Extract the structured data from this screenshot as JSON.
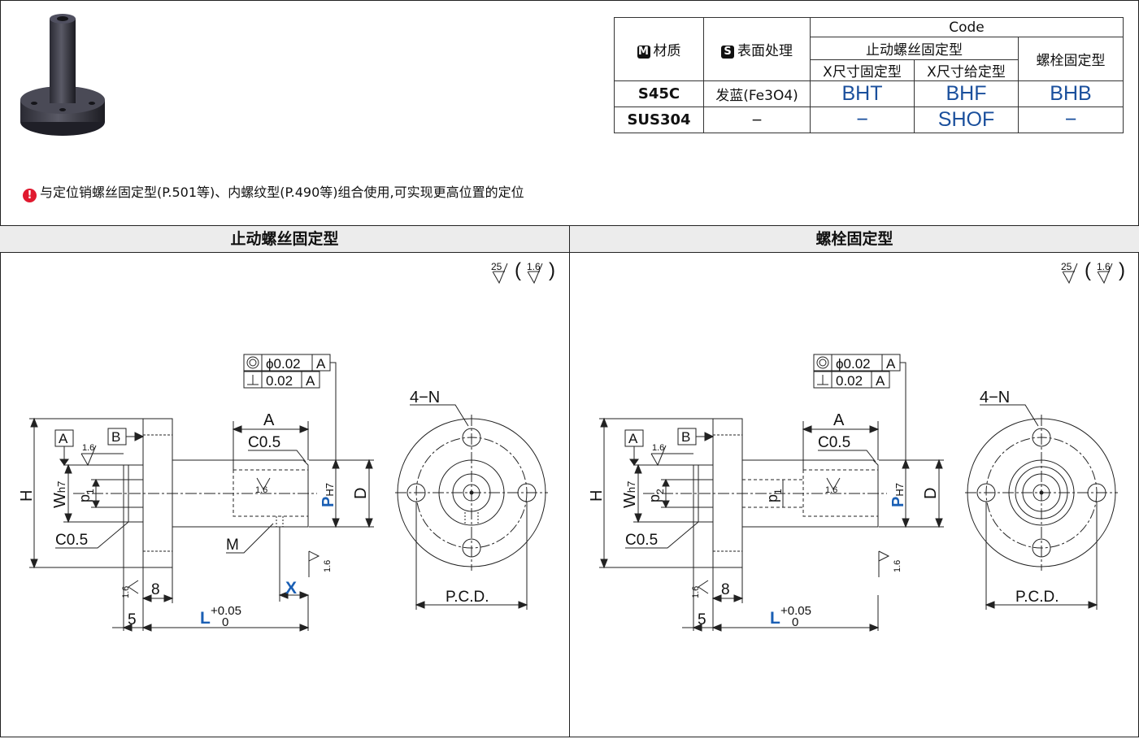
{
  "table": {
    "code_header": "Code",
    "material_badge": "M",
    "material_header": "材质",
    "surface_badge": "S",
    "surface_header": "表面处理",
    "stop_screw_header": "止动螺丝固定型",
    "x_fixed_header": "X尺寸固定型",
    "x_specified_header": "X尺寸给定型",
    "bolt_header": "螺栓固定型",
    "rows": [
      {
        "material": "S45C",
        "surface": "发蓝(Fe3O4)",
        "x_fixed": "BHT",
        "x_specified": "BHF",
        "bolt": "BHB"
      },
      {
        "material": "SUS304",
        "surface": "−",
        "x_fixed": "−",
        "x_specified": "SHOF",
        "bolt": "−"
      }
    ]
  },
  "note": {
    "icon": "exclamation-icon",
    "text": "与定位销螺丝固定型(P.501等)、内螺纹型(P.490等)组合使用,可实现更高位置的定位"
  },
  "sections": [
    {
      "title": "止动螺丝固定型"
    },
    {
      "title": "螺栓固定型"
    }
  ],
  "drawing_labels": {
    "rough_main": "25",
    "rough_paren": "1.6",
    "rough_small": "1.6",
    "tol_concentric": "ϕ0.02",
    "tol_perp": "0.02",
    "datum_a": "A",
    "datum_b": "B",
    "dim_A": "A",
    "chamfer": "C0.5",
    "dim_H": "H",
    "dim_W": "W",
    "dim_W_tol": "h7",
    "dim_P": "P",
    "dim_P_tol": "H7",
    "dim_D": "D",
    "dim_p1": "p",
    "dim_p1_sub": "1",
    "dim_p2_sub": "2",
    "dim_M": "M",
    "dim_X": "X",
    "dim_8": "8",
    "dim_5": "5",
    "dim_L": "L",
    "dim_L_tol_up": "+0.05",
    "dim_L_tol_low": "0",
    "holes": "4−N",
    "pcd": "P.C.D.",
    "blue": "#1a5fb4"
  }
}
